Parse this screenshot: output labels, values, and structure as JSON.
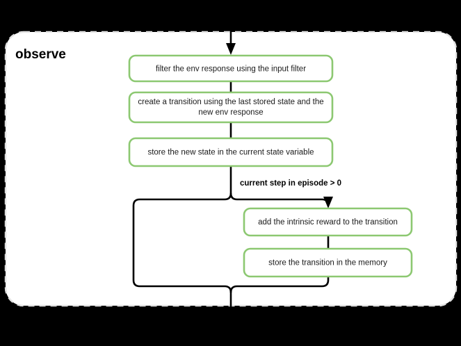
{
  "diagram": {
    "background_color": "#000000",
    "group": {
      "title": "observe",
      "panel_fill": "#ffffff",
      "panel_border_color": "#e2e2e2",
      "panel_border_style": "dashed"
    },
    "node_border_color": "#8cc871",
    "edge_color": "#000000",
    "nodes": [
      {
        "id": "n1",
        "label": "filter the env response using the input filter",
        "lines": [
          "filter the env response using the input filter"
        ]
      },
      {
        "id": "n2",
        "label": "create a transition using the last stored state and the new env response",
        "lines": [
          "create a transition using the last stored state and the",
          "new env response"
        ]
      },
      {
        "id": "n3",
        "label": "store the new state in the current state variable",
        "lines": [
          "store the new state in the current state variable"
        ]
      },
      {
        "id": "n4",
        "label": "add the intrinsic reward to the transition",
        "lines": [
          "add the intrinsic reward to the transition"
        ]
      },
      {
        "id": "n5",
        "label": "store the transition in the memory",
        "lines": [
          "store the transition in the memory"
        ]
      }
    ],
    "edge_labels": [
      {
        "id": "cond1",
        "text": "current step in episode > 0"
      }
    ]
  }
}
